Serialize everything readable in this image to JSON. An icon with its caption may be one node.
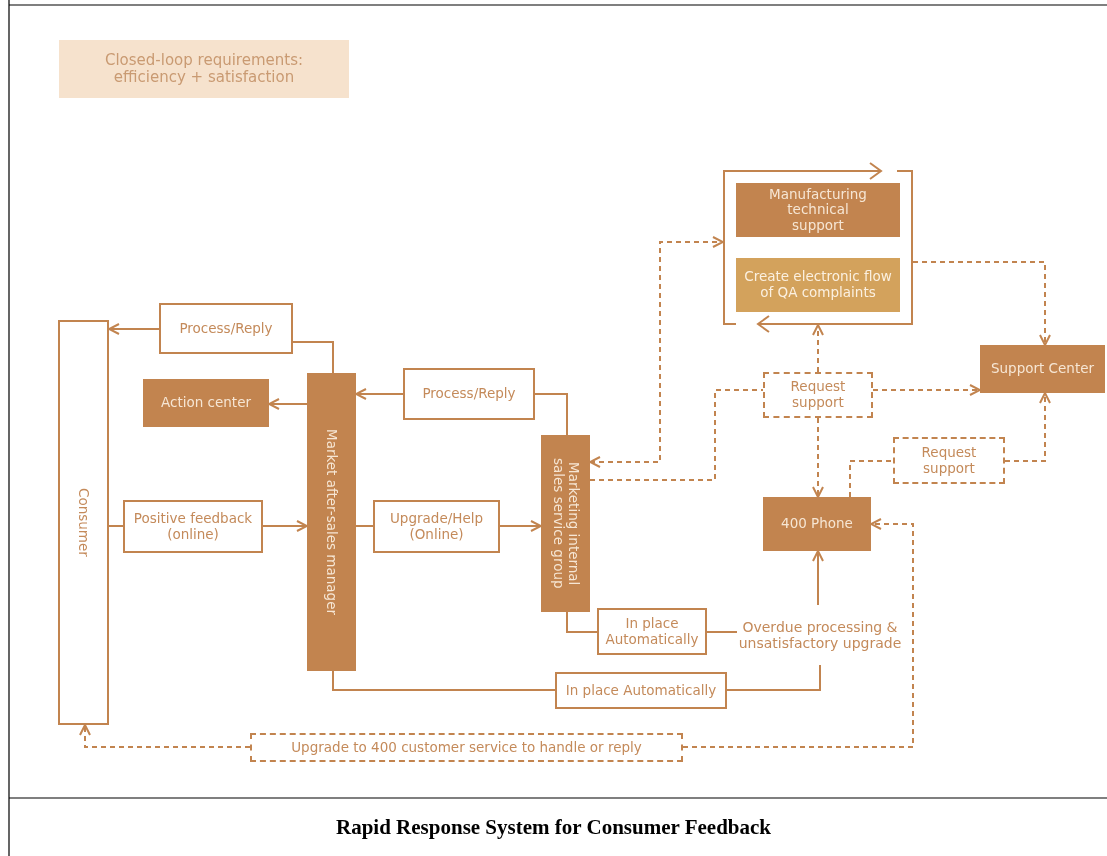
{
  "diagram": {
    "caption": "Rapid Response System for Consumer Feedback",
    "nodes": [
      {
        "text": [
          "Closed-loop requirements: efficiency + satisfaction"
        ]
      },
      {
        "text": [
          "Consumer"
        ]
      },
      {
        "text": [
          "Process/Reply"
        ]
      },
      {
        "text": [
          "Action center"
        ]
      },
      {
        "text": [
          "Market after-sales manager"
        ]
      },
      {
        "text": [
          "Process/Reply"
        ]
      },
      {
        "text": [
          "Positive feedback (online)"
        ]
      },
      {
        "text": [
          "Upgrade/Help (Online)"
        ]
      },
      {
        "text": [
          "Marketing internal sales service group"
        ]
      },
      {
        "text": [],
        "shape": "box"
      },
      {
        "text": [
          "Manufacturing technical support"
        ],
        "in": 9
      },
      {
        "text": [
          "Create electronic flow of QA complaints"
        ],
        "in": 9
      },
      {
        "text": [
          "Support Center"
        ]
      },
      {
        "text": [
          "Request support"
        ]
      },
      {
        "text": [
          "400 Phone"
        ]
      },
      {
        "text": [
          "Request support"
        ]
      },
      {
        "text": [
          "In place Automatically"
        ]
      },
      {
        "text": [
          "Overdue processing & unsatisfactory upgrade"
        ]
      },
      {
        "text": [
          "In place Automatically"
        ]
      },
      {
        "text": [
          "Upgrade to 400 customer service to handle or reply"
        ]
      }
    ],
    "edges": [
      {
        "from": 4,
        "to": 2,
        "arrow": "none"
      },
      {
        "from": 2,
        "to": 1,
        "arrow": "to"
      },
      {
        "from": 4,
        "to": 3,
        "arrow": "to"
      },
      {
        "from": 8,
        "to": 5,
        "arrow": "none"
      },
      {
        "from": 5,
        "to": 4,
        "arrow": "to"
      },
      {
        "from": 1,
        "to": 6,
        "arrow": "none"
      },
      {
        "from": 6,
        "to": 4,
        "arrow": "to"
      },
      {
        "from": 4,
        "to": 7,
        "arrow": "none"
      },
      {
        "from": 7,
        "to": 8,
        "arrow": "to"
      },
      {
        "from": 8,
        "to": 16,
        "arrow": "none"
      },
      {
        "from": 16,
        "to": 17,
        "arrow": "none"
      },
      {
        "from": 4,
        "to": 18,
        "arrow": "none"
      },
      {
        "from": 18,
        "to": 17,
        "arrow": "none"
      },
      {
        "from": 17,
        "to": 14,
        "arrow": "to"
      },
      {
        "from": 8,
        "to": 13,
        "arrow": "none",
        "style": "dashed"
      },
      {
        "from": 8,
        "to": 9,
        "arrow": "both",
        "style": "dashed"
      },
      {
        "from": 13,
        "to": 9,
        "arrow": "to",
        "style": "dashed"
      },
      {
        "from": 13,
        "to": 12,
        "arrow": "to",
        "style": "dashed"
      },
      {
        "from": 13,
        "to": 14,
        "arrow": "to",
        "style": "dashed"
      },
      {
        "from": 9,
        "to": 12,
        "arrow": "to",
        "style": "dashed"
      },
      {
        "from": 14,
        "to": 15,
        "arrow": "none",
        "style": "dashed"
      },
      {
        "from": 15,
        "to": 12,
        "arrow": "to",
        "style": "dashed"
      },
      {
        "from": 19,
        "to": 1,
        "arrow": "to",
        "style": "dashed"
      },
      {
        "from": 19,
        "to": 14,
        "arrow": "to",
        "style": "dashed"
      }
    ]
  }
}
